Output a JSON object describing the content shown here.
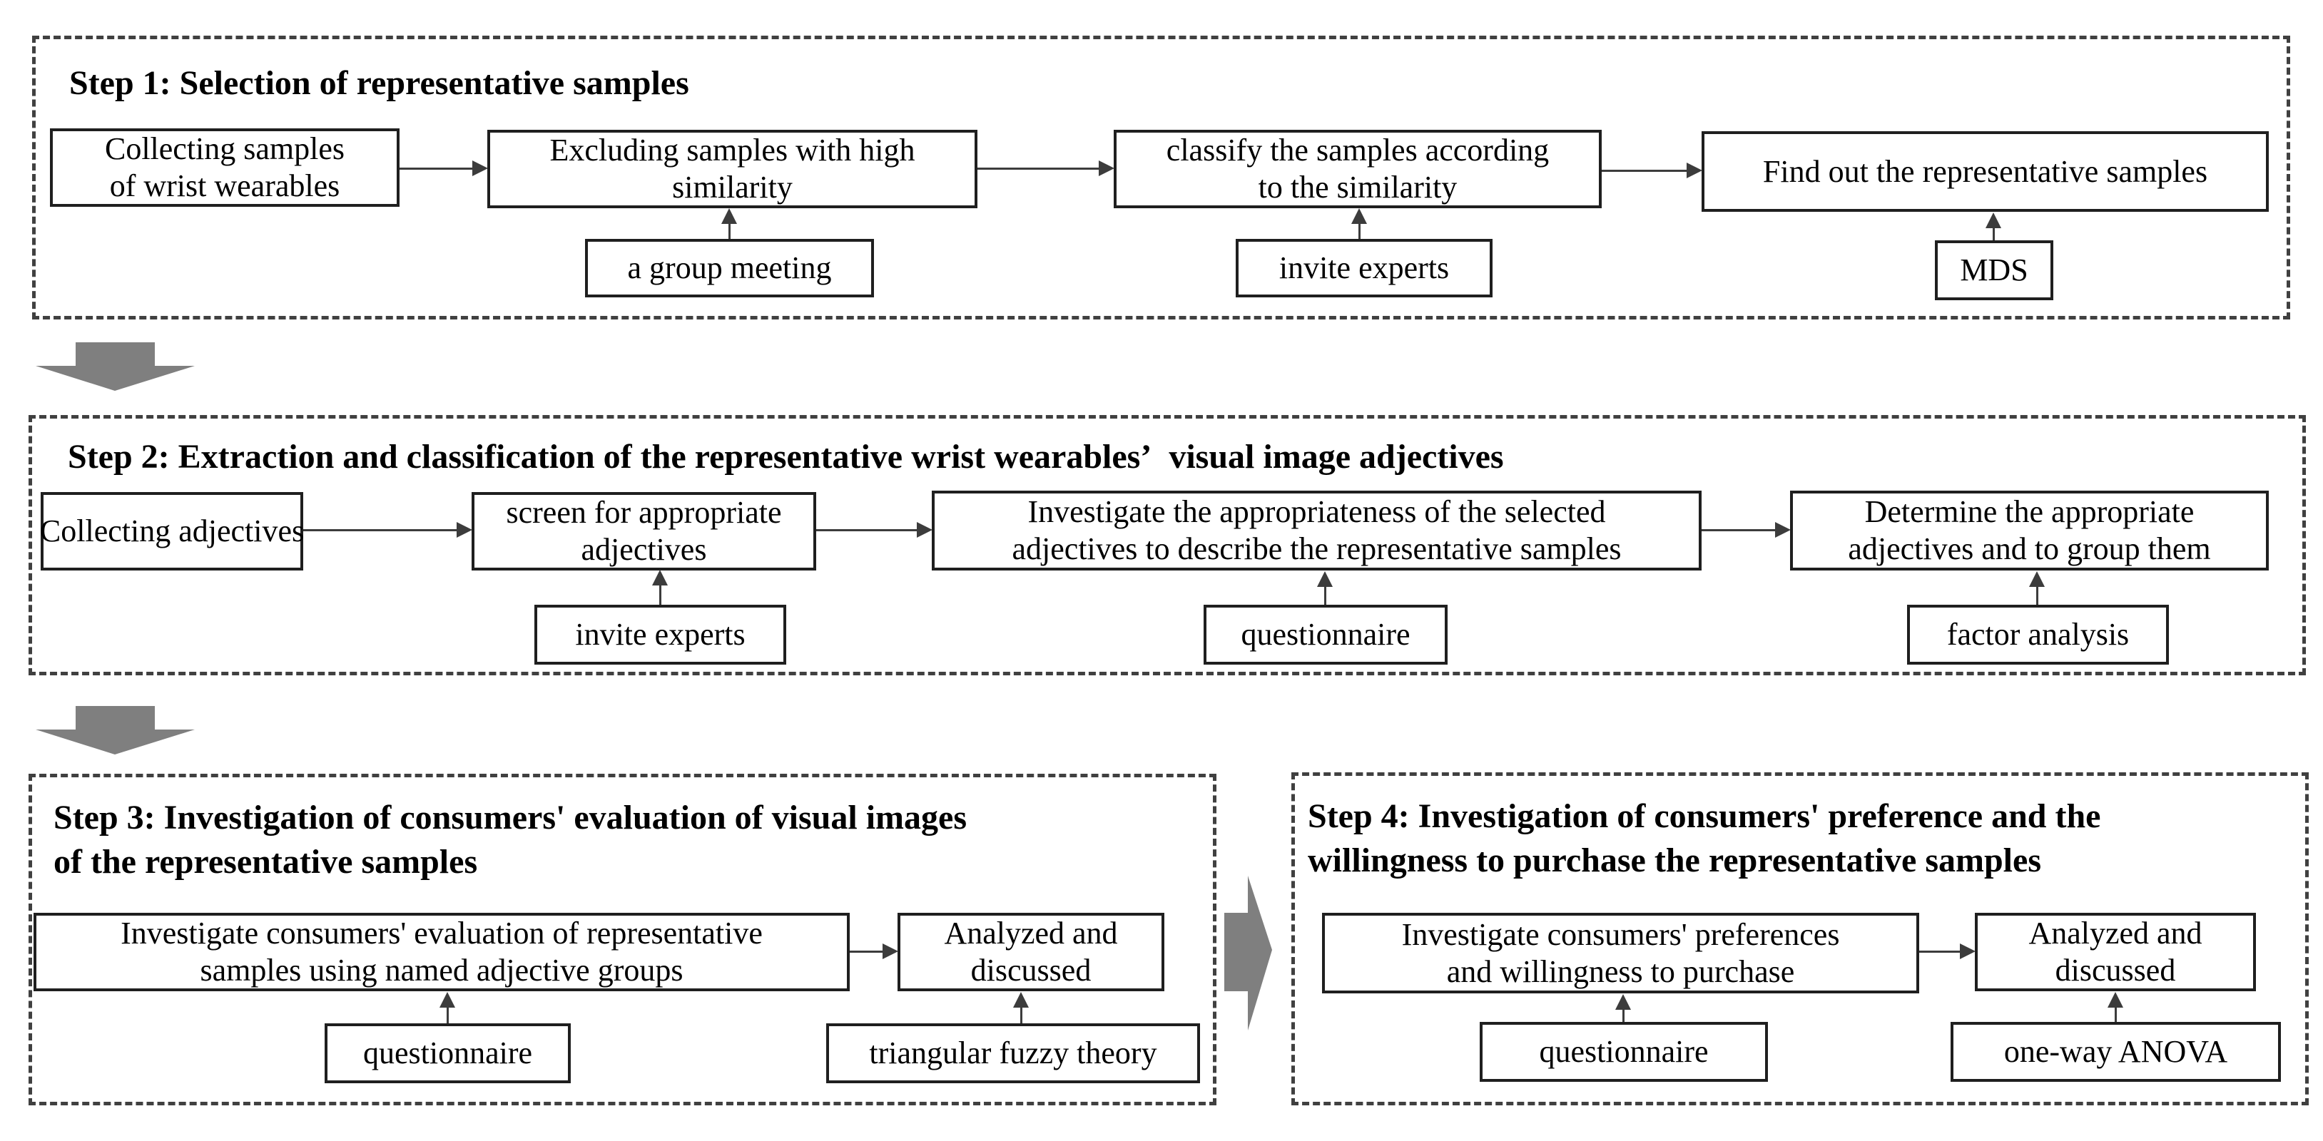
{
  "colors": {
    "background": "#ffffff",
    "text": "#111111",
    "box-border": "#1f1f1f",
    "frame-border": "#404040",
    "connector": "#3c3c3c",
    "block-arrow": "#7f7f7f"
  },
  "step1": {
    "title": "Step 1: Selection of representative samples",
    "flow": [
      {
        "lines": [
          "Collecting samples",
          "of wrist wearables"
        ]
      },
      {
        "lines": [
          "Excluding samples with high",
          "similarity"
        ],
        "method": "a group meeting"
      },
      {
        "lines": [
          "classify the samples according",
          "to the similarity"
        ],
        "method": "invite experts"
      },
      {
        "lines": [
          "Find out the representative samples"
        ],
        "method": "MDS"
      }
    ]
  },
  "step2": {
    "title": "Step 2: Extraction and classification of the representative wrist wearables’ visual image adjectives",
    "flow": [
      {
        "lines": [
          "Collecting adjectives"
        ]
      },
      {
        "lines": [
          "screen for appropriate",
          "adjectives"
        ],
        "method": "invite experts"
      },
      {
        "lines": [
          "Investigate the appropriateness of the selected",
          "adjectives to describe the representative samples"
        ],
        "method": "questionnaire"
      },
      {
        "lines": [
          "Determine the appropriate",
          "adjectives and to group them"
        ],
        "method": "factor analysis"
      }
    ]
  },
  "step3": {
    "title_lines": [
      "Step 3: Investigation of consumers' evaluation of visual images",
      "of the representative samples"
    ],
    "flow": [
      {
        "lines": [
          "Investigate consumers' evaluation of representative",
          "samples using named adjective groups"
        ],
        "method": "questionnaire"
      },
      {
        "lines": [
          "Analyzed and",
          "discussed"
        ],
        "method": "triangular fuzzy theory"
      }
    ]
  },
  "step4": {
    "title_lines": [
      "Step 4: Investigation of consumers' preference and the",
      "willingness to purchase the representative samples"
    ],
    "flow": [
      {
        "lines": [
          "Investigate consumers' preferences",
          "and willingness to purchase"
        ],
        "method": "questionnaire"
      },
      {
        "lines": [
          "Analyzed and",
          "discussed"
        ],
        "method": "one-way ANOVA"
      }
    ]
  }
}
